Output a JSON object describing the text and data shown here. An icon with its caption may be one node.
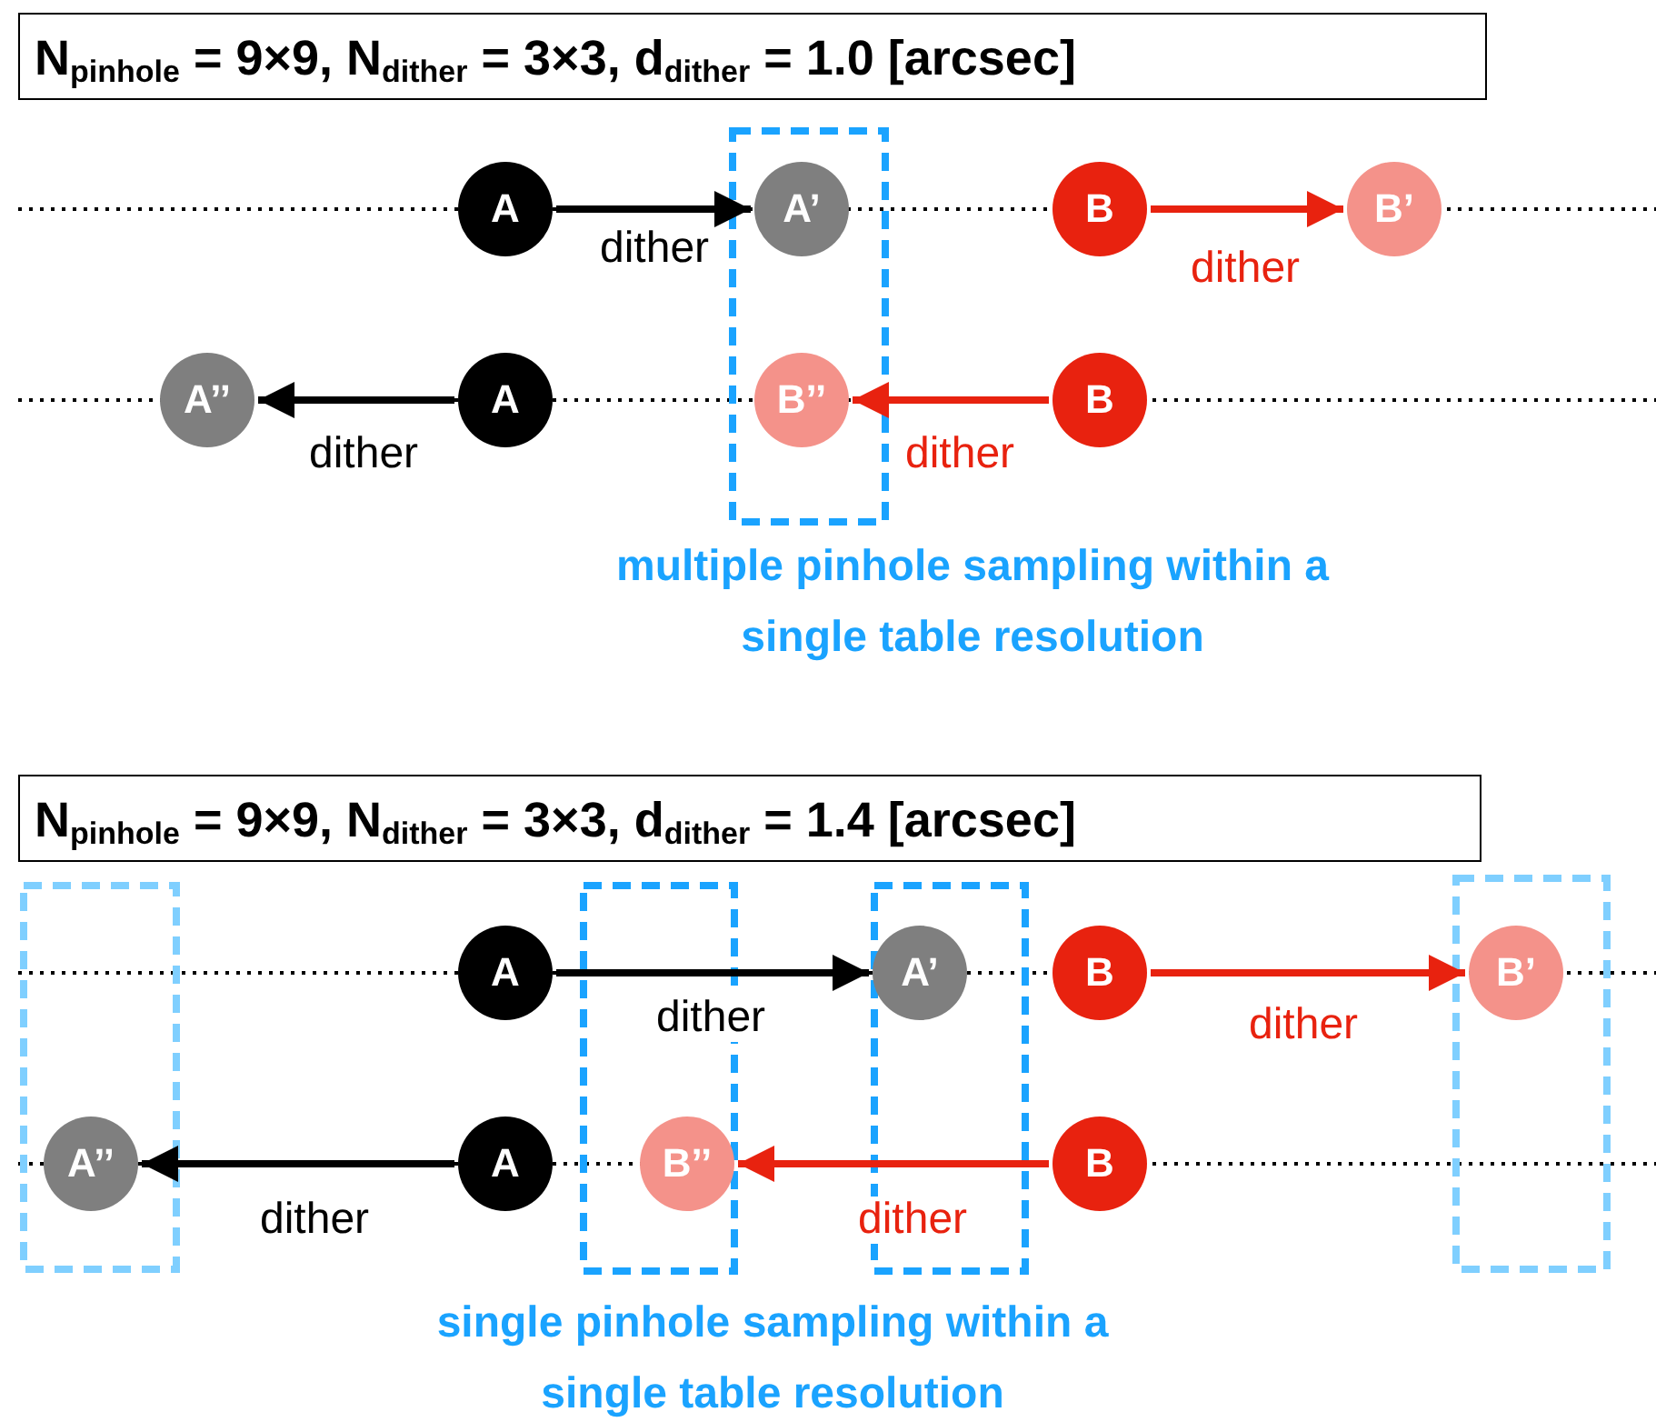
{
  "diagram": {
    "nodes": [
      {
        "text": [
          "N$_{pinhole}$ =  9×9, N$_{dither}$  =  3×3, d$_{dither}$ = 1.0 [arcsec]"
        ]
      },
      {
        "text": [
          "A"
        ]
      },
      {
        "text": [
          "A’"
        ]
      },
      {
        "text": [
          "B"
        ]
      },
      {
        "text": [
          "B’"
        ]
      },
      {
        "text": [
          "A’’"
        ]
      },
      {
        "text": [
          "A"
        ]
      },
      {
        "text": [
          "B’’"
        ]
      },
      {
        "text": [
          "B"
        ]
      },
      {
        "text": [
          "N$_{pinhole}$ =  9×9, N$_{dither}$  =  3×3, d$_{dither}$ = 1.4 [arcsec]"
        ]
      },
      {
        "text": [
          "A"
        ]
      },
      {
        "text": [
          "A’"
        ]
      },
      {
        "text": [
          "B"
        ]
      },
      {
        "text": [
          "B’"
        ]
      },
      {
        "text": [
          "A’’"
        ]
      },
      {
        "text": [
          "A"
        ]
      },
      {
        "text": [
          "B’’"
        ]
      },
      {
        "text": [
          "B"
        ]
      }
    ],
    "edges": [
      {
        "from": 1,
        "to": 2,
        "arrow": "to",
        "label": "dither"
      },
      {
        "from": 3,
        "to": 4,
        "arrow": "to",
        "label": "dither",
        "color": "#e8220f"
      },
      {
        "from": 6,
        "to": 5,
        "arrow": "to",
        "label": "dither"
      },
      {
        "from": 8,
        "to": 7,
        "arrow": "to",
        "label": "dither",
        "color": "#e8220f"
      },
      {
        "from": 10,
        "to": 11,
        "arrow": "to",
        "label": "dither"
      },
      {
        "from": 12,
        "to": 13,
        "arrow": "to",
        "label": "dither",
        "color": "#e8220f"
      },
      {
        "from": 15,
        "to": 14,
        "arrow": "to",
        "label": "dither"
      },
      {
        "from": 17,
        "to": 16,
        "arrow": "to",
        "label": "dither",
        "color": "#e8220f"
      }
    ],
    "labels": [
      "multiple pinhole sampling within a single table resolution",
      "single pinhole sampling within a single table resolution"
    ]
  }
}
